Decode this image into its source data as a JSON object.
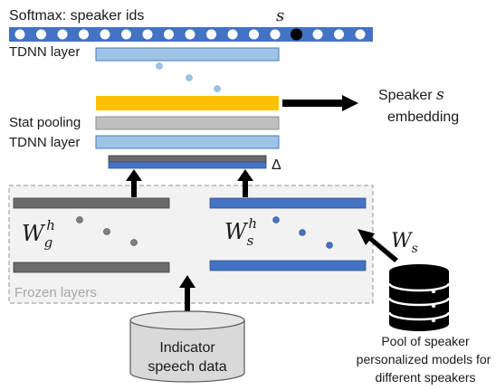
{
  "labels": {
    "softmax": "Softmax: speaker ids",
    "softmax_target": "s",
    "tdnn_top": "TDNN layer",
    "speaker_embedding_prefix": "Speaker ",
    "speaker_embedding_var": "s",
    "speaker_embedding_line2": "embedding",
    "stat_pooling": "Stat pooling",
    "tdnn_bottom": "TDNN layer",
    "delta": "Δ",
    "wg_base": "W",
    "wg_sub": "g",
    "wg_sup": "h",
    "ws_base": "W",
    "ws_sub": "s",
    "ws_sup": "h",
    "ws_pool_base": "W",
    "ws_pool_sub": "s",
    "frozen_layers": "Frozen layers",
    "indicator_line1": "Indicator",
    "indicator_line2": "speech data",
    "pool_line1": "Pool of speaker",
    "pool_line2": "personalized models for",
    "pool_line3": "different speakers"
  },
  "softmax_nodes": {
    "count": 17,
    "highlighted_index": 13
  },
  "colors": {
    "softmax_bar": "#4472c4",
    "tdnn_fill": "#9dc3e6",
    "tdnn_stroke": "#4a7ebb",
    "embedding_fill": "#ffc000",
    "stat_pooling_fill": "#bfbfbf",
    "generic_layer": "#6b6b6b",
    "speaker_layer": "#4472c4",
    "frozen_box_fill": "#f2f2f2",
    "frozen_box_stroke": "#a6a6a6",
    "frozen_text": "#a6a6a6",
    "cylinder_fill": "#d9d9d9",
    "database_fill": "#000000",
    "dot_blue": "#9dc3e6",
    "dot_grey": "#7f7f7f",
    "dot_speaker": "#4472c4",
    "arrow": "#000000"
  },
  "icons": {
    "softmax_node": "circle-node",
    "flow_arrow": "up-arrow",
    "embedding_arrow": "right-arrow",
    "indicator_storage": "cylinder-disk",
    "speaker_pool": "database-stack-icon"
  }
}
